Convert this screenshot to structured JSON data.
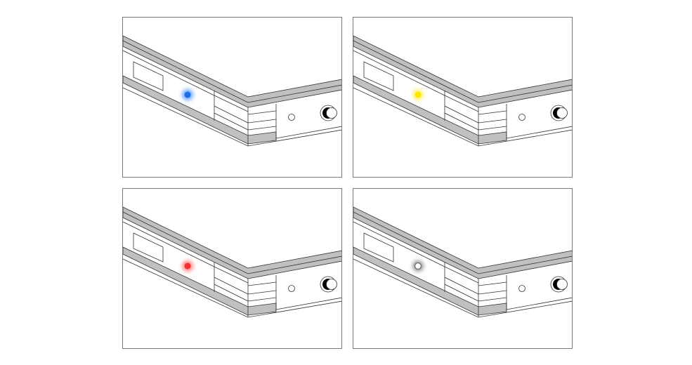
{
  "panels": [
    {
      "led_state": "blue",
      "led_color": "#1a6fe8",
      "glow_color": "#6fa8ff"
    },
    {
      "led_state": "yellow",
      "led_color": "#ffe600",
      "glow_color": "#fff27a"
    },
    {
      "led_state": "red",
      "led_color": "#f03030",
      "glow_color": "#ff8a8a"
    },
    {
      "led_state": "white",
      "led_color": "#ffffff",
      "glow_color": "#9a9a9a"
    }
  ],
  "colors": {
    "band": "#c0c0c0",
    "stroke": "#333333",
    "frame": "#777777"
  }
}
